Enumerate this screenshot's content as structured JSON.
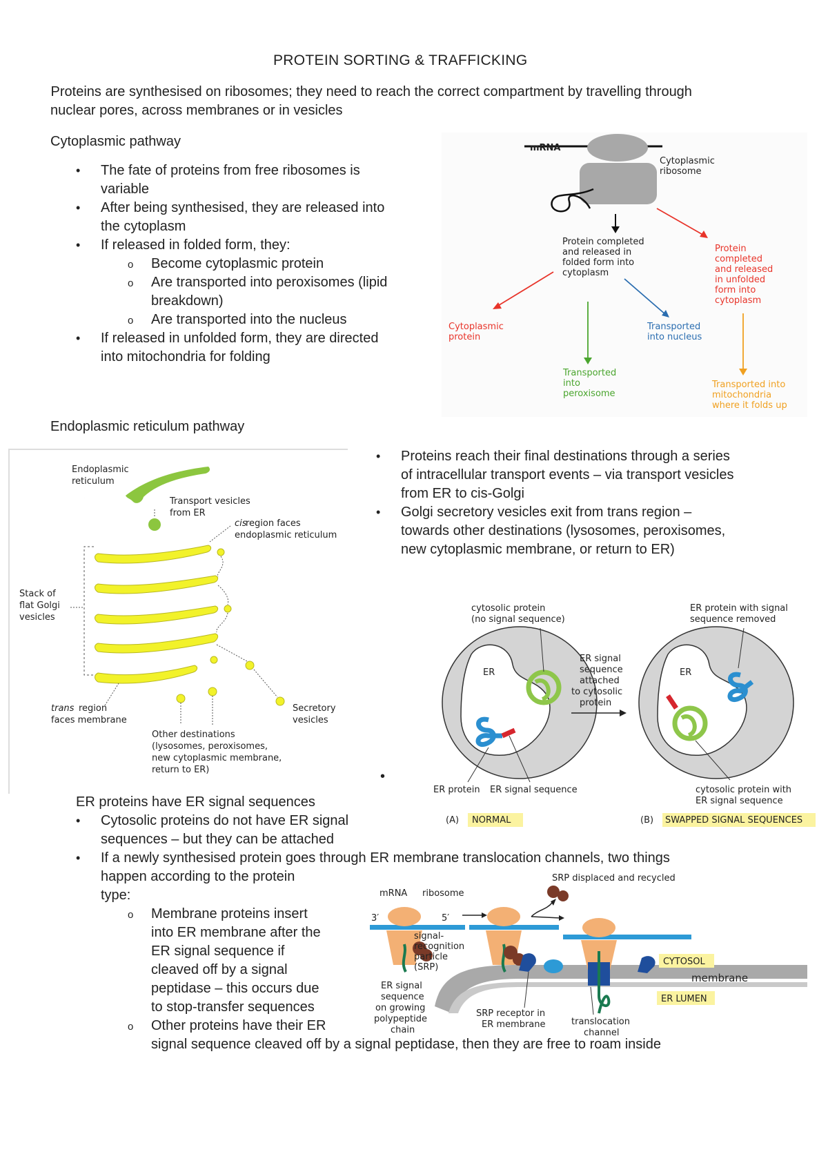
{
  "title": "PROTEIN SORTING & TRAFFICKING",
  "intro": {
    "line1": " Proteins are synthesised on ribosomes; they need to reach the correct compartment by travelling through",
    "line2": "nuclear pores, across membranes or in vesicles"
  },
  "cyto_heading": "Cytoplasmic pathway",
  "cyto_bullets": {
    "b1a": "The fate of proteins from free ribosomes is",
    "b1b": "variable",
    "b2a": "After being synthesised, they are released into",
    "b2b": "the cytoplasm",
    "b3": "If released in folded form, they:",
    "s1": "Become cytoplasmic protein",
    "s2a": "Are transported into peroxisomes (lipid",
    "s2b": "breakdown)",
    "s3": "Are transported into the nucleus",
    "b4a": "If released in unfolded form, they are directed",
    "b4b": "into mitochondria for folding"
  },
  "fig1": {
    "mrna": "mRNA",
    "ribosome1": "Cytoplasmic",
    "ribosome2": "ribosome",
    "folded1": "Protein completed",
    "folded2": "and released in",
    "folded3": "folded form into",
    "folded4": "cytoplasm",
    "unf1": "Protein",
    "unf2": "completed",
    "unf3": "and released",
    "unf4": "in unfolded",
    "unf5": "form into",
    "unf6": "cytoplasm",
    "cp1": "Cytoplasmic",
    "cp2": "protein",
    "nuc1": "Transported",
    "nuc2": "into nucleus",
    "per1": "Transported",
    "per2": "into",
    "per3": "peroxisome",
    "mit1": "Transported into",
    "mit2": "mitochondria",
    "mit3": "where it folds up",
    "colors": {
      "red": "#e8342a",
      "blue": "#2a6db0",
      "green": "#4aa52e",
      "orange": "#f0a020",
      "gray": "#888888"
    }
  },
  "er_heading": "Endoplasmic reticulum pathway",
  "fig2": {
    "er1": "Endoplasmic",
    "er2": "reticulum",
    "tv1": "Transport vesicles",
    "tv2": "from ER",
    "cis1": "cis",
    "cis2": " region faces",
    "cis3": "endoplasmic reticulum",
    "stack1": "Stack of",
    "stack2": "flat Golgi",
    "stack3": "vesicles",
    "trans1": "trans",
    "trans2": " region",
    "trans3": "faces membrane",
    "sec1": "Secretory",
    "sec2": "vesicles",
    "od1": "Other destinations",
    "od2": "(lysosomes, peroxisomes,",
    "od3": "new cytoplasmic membrane,",
    "od4": "return to ER)",
    "colors": {
      "er": "#8cc63f",
      "golgi": "#f2f22a"
    }
  },
  "er_bullets": {
    "b1a": "Proteins reach their final destinations through a series",
    "b1b": "of intracellular transport events – via transport vesicles",
    "b1c": "from ER to cis-Golgi",
    "b2a": "Golgi secretory vesicles exit from trans region –",
    "b2b": "towards other destinations (lysosomes, peroxisomes,",
    "b2c": "new cytoplasmic membrane, or return to ER)"
  },
  "fig3": {
    "cyt1": "cytosolic protein",
    "cyt2": "(no signal sequence)",
    "erp1": "ER protein with signal",
    "erp2": "sequence removed",
    "mid1": "ER signal",
    "mid2": "sequence",
    "mid3": "attached",
    "mid4": "to cytosolic",
    "mid5": "protein",
    "er_a": "ER",
    "er_b": "ER",
    "erprot": "ER protein",
    "ersig": "ER signal sequence",
    "cwith1": "cytosolic protein with",
    "cwith2": "ER signal sequence",
    "a": "(A)",
    "normal": "NORMAL",
    "b": "(B)",
    "swapped": "SWAPPED SIGNAL SEQUENCES",
    "colors": {
      "cell": "#d4d4d4",
      "highlight": "#fbf3a0",
      "blue": "#2b8fd0",
      "green": "#8ec64a",
      "red": "#d6262e"
    }
  },
  "er_text": {
    "l1": "ER proteins have ER signal sequences",
    "b1a": "Cytosolic proteins do not have ER signal",
    "b1b": "sequences – but they can be attached",
    "b2a": "If a newly synthesised protein goes through ER membrane translocation channels, two things",
    "b2b": "happen according to the protein",
    "b2c": "type:",
    "s1a": "Membrane proteins insert",
    "s1b": "into ER membrane after the",
    "s1c": "ER signal sequence if",
    "s1d": "cleaved off by a signal",
    "s1e": "peptidase – this occurs due",
    "s1f": "to stop-transfer sequences",
    "s2a": "Other proteins have their ER",
    "s2b": "signal sequence cleaved off by a signal peptidase, then they are free to roam inside"
  },
  "fig4": {
    "srpdisp": "SRP displaced and recycled",
    "mrna": "mRNA",
    "ribo": "ribosome",
    "p3": "3′",
    "p5": "5′",
    "srp1": "signal-",
    "srp2": "recognition",
    "srp3": "particle",
    "srp4": "(SRP)",
    "cytosol": "CYTOSOL",
    "membrane": "membrane",
    "lumen": "ER LUMEN",
    "ers1": "ER signal",
    "ers2": "sequence",
    "ers3": "on growing",
    "ers4": "polypeptide",
    "ers5": "chain",
    "rec1": "SRP receptor in",
    "rec2": "ER membrane",
    "tc1": "translocation",
    "tc2": "channel",
    "colors": {
      "ribosome": "#f3b074",
      "mrna": "#2d9ad6",
      "srp": "#7a3a28",
      "receptor": "#1f4e9c",
      "membrane": "#a9a9a9",
      "chain": "#1a7a50",
      "label": "#fbf3a0"
    }
  }
}
